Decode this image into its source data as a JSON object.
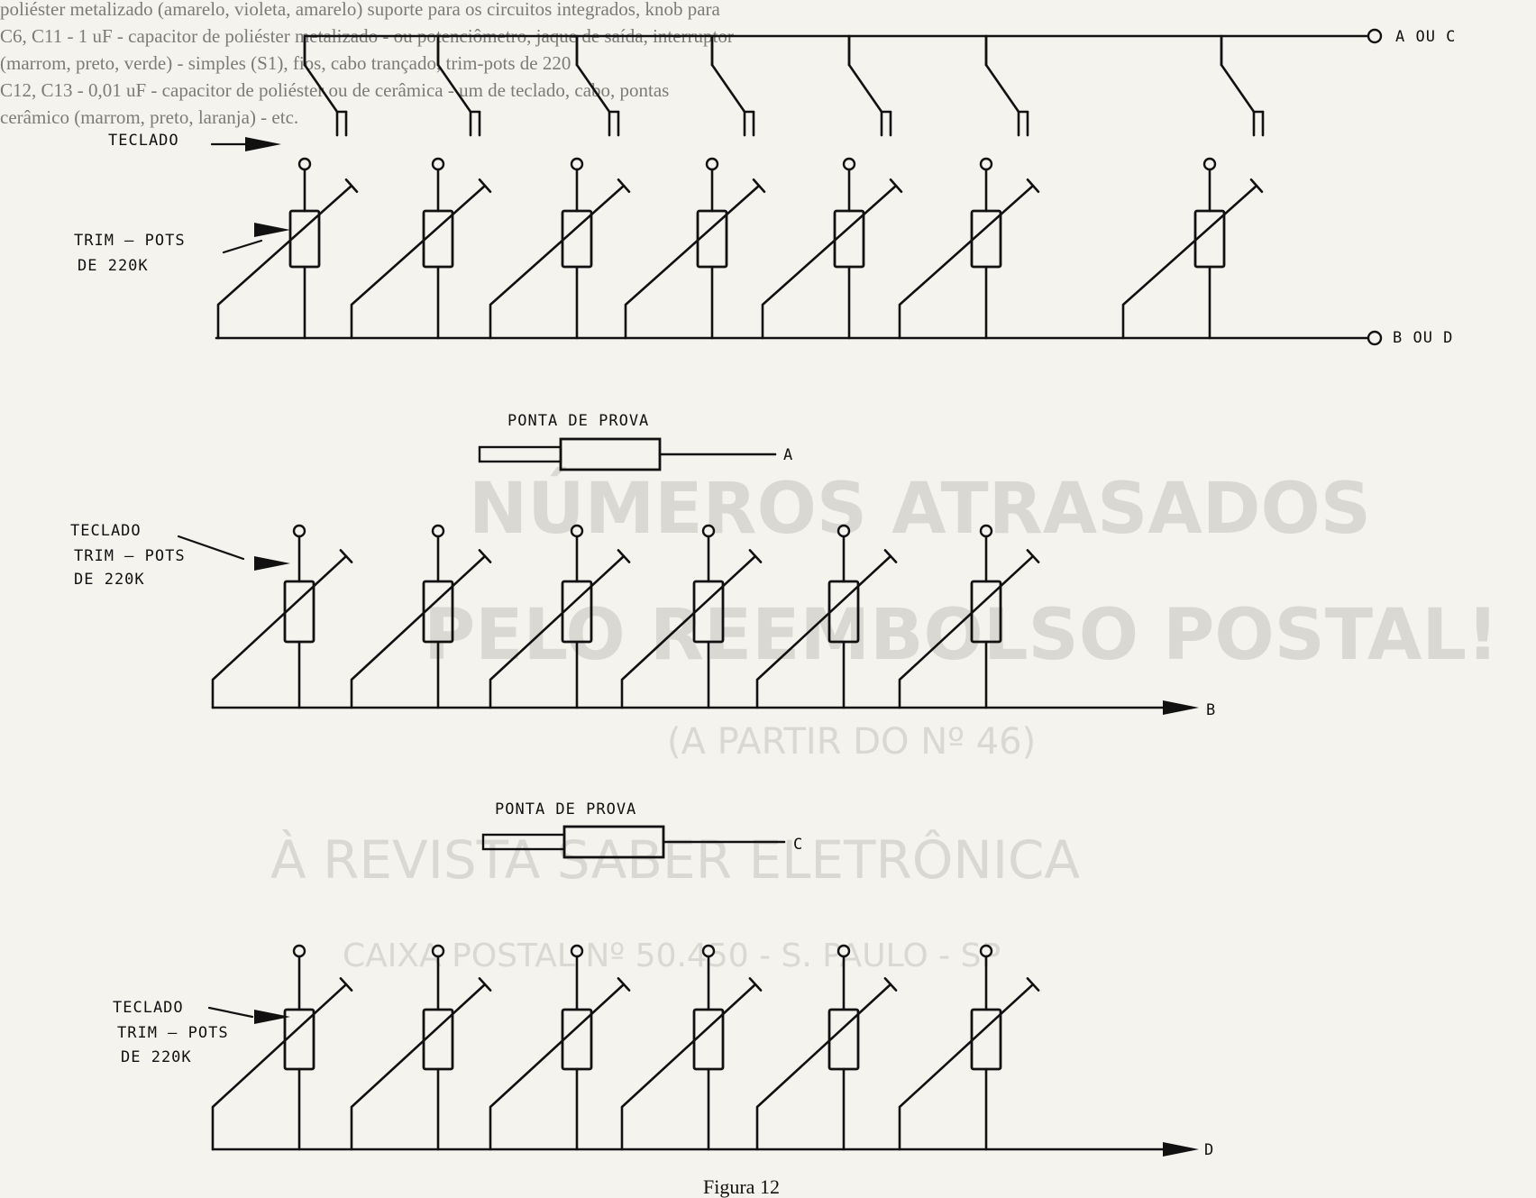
{
  "section1": {
    "keyboard_label": "TECLADO",
    "trimpot_label_line1": "TRIM — POTS",
    "trimpot_label_line2": "DE 220K",
    "terminal_top": "A OU C",
    "terminal_bottom": "B OU D"
  },
  "section2": {
    "probe_label": "PONTA DE PROVA",
    "probe_terminal": "A",
    "keyboard_label": "TECLADO",
    "trimpot_label_line1": "TRIM — POTS",
    "trimpot_label_line2": "DE 220K",
    "bus_terminal": "B"
  },
  "section3": {
    "probe_label": "PONTA DE PROVA",
    "probe_terminal": "C"
  },
  "section4": {
    "keyboard_label": "TECLADO",
    "trimpot_label_line1": "TRIM — POTS",
    "trimpot_label_line2": "DE 220K",
    "bus_terminal": "D"
  },
  "figure_caption": "Figura 12",
  "bleed_through": {
    "line1": "poliéster metalizado (amarelo, violeta, amarelo) suporte para os circuitos integrados, knob para",
    "line2": "C6, C11 - 1 uF - capacitor de poliéster metalizado - ou potenciômetro, jaque de saída, interruptor",
    "line3": "(marrom, preto, verde) - simples (S1), fios, cabo trançado, trim-pots de 220",
    "line4": "C12, C13 - 0,01 uF - capacitor de poliéster ou de cerâmica - um de teclado, cabo, pontas",
    "line5": "cerâmico (marrom, preto, laranja) - etc."
  },
  "reverse_ad": {
    "title1": "NÚMEROS ATRASADOS",
    "title2": "PELO REEMBOLSO POSTAL!",
    "line3": "(A PARTIR DO Nº 46)",
    "line4": "À REVISTA SABER ELETRÔNICA",
    "line5": "CAIXA POSTAL Nº 50.450 - S. PAULO - SP"
  }
}
